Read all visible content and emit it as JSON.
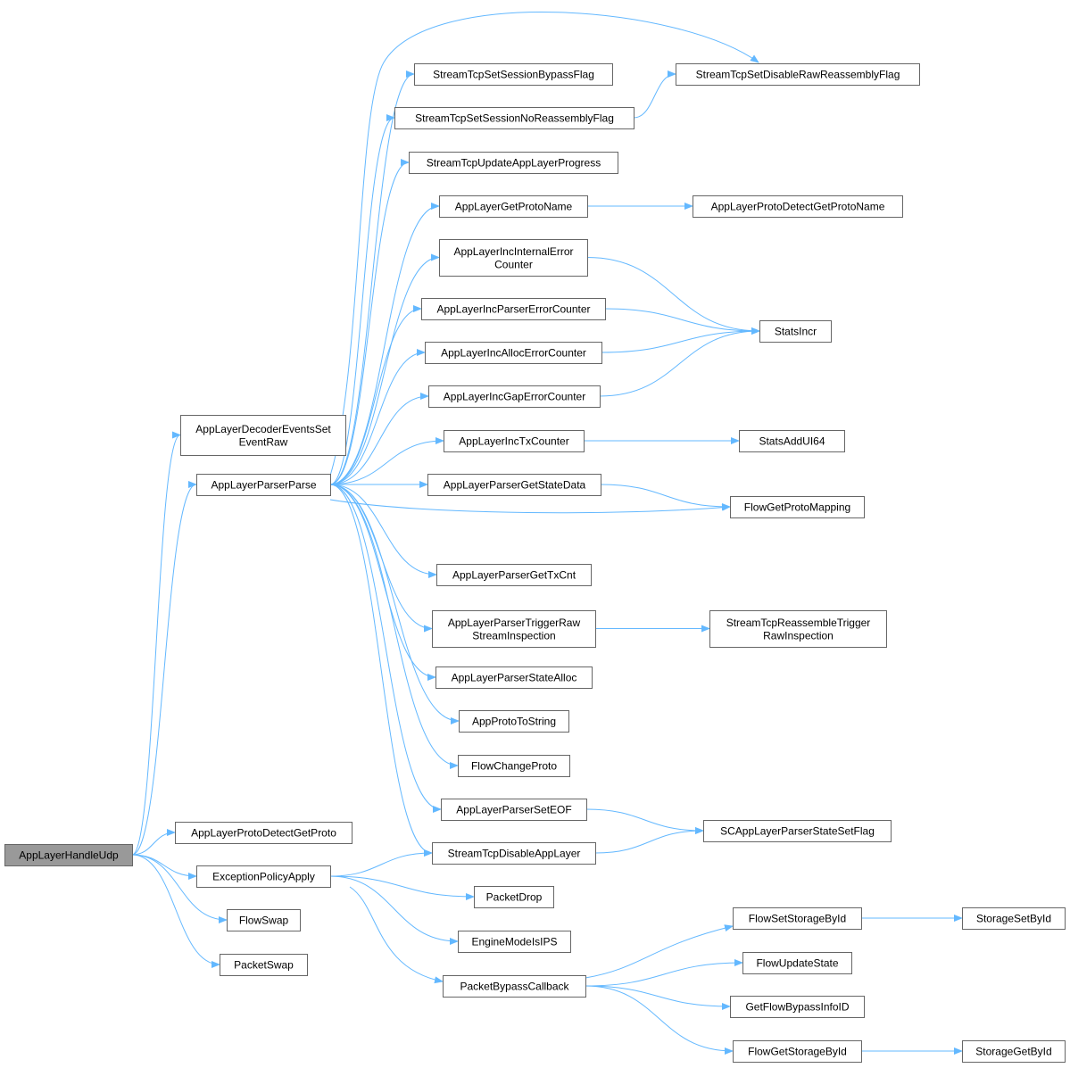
{
  "colors": {
    "edge": "#63b8ff",
    "node_border": "#666666",
    "node_fill": "#ffffff",
    "root_fill": "#999999",
    "text": "#000000"
  },
  "nodes": {
    "AppLayerHandleUdp": [
      "AppLayerHandleUdp"
    ],
    "AppLayerDecoderEventsSetEventRaw": [
      "AppLayerDecoderEventsSet",
      "EventRaw"
    ],
    "AppLayerParserParse": [
      "AppLayerParserParse"
    ],
    "AppLayerProtoDetectGetProto": [
      "AppLayerProtoDetectGetProto"
    ],
    "ExceptionPolicyApply": [
      "ExceptionPolicyApply"
    ],
    "FlowSwap": [
      "FlowSwap"
    ],
    "PacketSwap": [
      "PacketSwap"
    ],
    "StreamTcpSetSessionBypassFlag": [
      "StreamTcpSetSessionBypassFlag"
    ],
    "StreamTcpSetSessionNoReassemblyFlag": [
      "StreamTcpSetSessionNoReassemblyFlag"
    ],
    "StreamTcpUpdateAppLayerProgress": [
      "StreamTcpUpdateAppLayerProgress"
    ],
    "AppLayerGetProtoName": [
      "AppLayerGetProtoName"
    ],
    "AppLayerIncInternalErrorCounter": [
      "AppLayerIncInternalError",
      "Counter"
    ],
    "AppLayerIncParserErrorCounter": [
      "AppLayerIncParserErrorCounter"
    ],
    "AppLayerIncAllocErrorCounter": [
      "AppLayerIncAllocErrorCounter"
    ],
    "AppLayerIncGapErrorCounter": [
      "AppLayerIncGapErrorCounter"
    ],
    "AppLayerIncTxCounter": [
      "AppLayerIncTxCounter"
    ],
    "AppLayerParserGetStateData": [
      "AppLayerParserGetStateData"
    ],
    "AppLayerParserGetTxCnt": [
      "AppLayerParserGetTxCnt"
    ],
    "AppLayerParserTriggerRawStreamInspection": [
      "AppLayerParserTriggerRaw",
      "StreamInspection"
    ],
    "AppLayerParserStateAlloc": [
      "AppLayerParserStateAlloc"
    ],
    "AppProtoToString": [
      "AppProtoToString"
    ],
    "FlowChangeProto": [
      "FlowChangeProto"
    ],
    "AppLayerParserSetEOF": [
      "AppLayerParserSetEOF"
    ],
    "StreamTcpDisableAppLayer": [
      "StreamTcpDisableAppLayer"
    ],
    "PacketDrop": [
      "PacketDrop"
    ],
    "EngineModeIsIPS": [
      "EngineModeIsIPS"
    ],
    "PacketBypassCallback": [
      "PacketBypassCallback"
    ],
    "StreamTcpSetDisableRawReassemblyFlag": [
      "StreamTcpSetDisableRawReassemblyFlag"
    ],
    "AppLayerProtoDetectGetProtoName": [
      "AppLayerProtoDetectGetProtoName"
    ],
    "StatsIncr": [
      "StatsIncr"
    ],
    "StatsAddUI64": [
      "StatsAddUI64"
    ],
    "FlowGetProtoMapping": [
      "FlowGetProtoMapping"
    ],
    "StreamTcpReassembleTriggerRawInspection": [
      "StreamTcpReassembleTrigger",
      "RawInspection"
    ],
    "SCAppLayerParserStateSetFlag": [
      "SCAppLayerParserStateSetFlag"
    ],
    "FlowSetStorageById": [
      "FlowSetStorageById"
    ],
    "FlowUpdateState": [
      "FlowUpdateState"
    ],
    "GetFlowBypassInfoID": [
      "GetFlowBypassInfoID"
    ],
    "FlowGetStorageById": [
      "FlowGetStorageById"
    ],
    "StorageSetById": [
      "StorageSetById"
    ],
    "StorageGetById": [
      "StorageGetById"
    ]
  },
  "edges": [
    [
      "AppLayerHandleUdp",
      "AppLayerDecoderEventsSetEventRaw"
    ],
    [
      "AppLayerHandleUdp",
      "AppLayerParserParse"
    ],
    [
      "AppLayerHandleUdp",
      "AppLayerProtoDetectGetProto"
    ],
    [
      "AppLayerHandleUdp",
      "ExceptionPolicyApply"
    ],
    [
      "AppLayerHandleUdp",
      "FlowSwap"
    ],
    [
      "AppLayerHandleUdp",
      "PacketSwap"
    ],
    [
      "AppLayerParserParse",
      "StreamTcpSetSessionBypassFlag"
    ],
    [
      "AppLayerParserParse",
      "StreamTcpSetDisableRawReassemblyFlag"
    ],
    [
      "AppLayerParserParse",
      "StreamTcpSetSessionNoReassemblyFlag"
    ],
    [
      "AppLayerParserParse",
      "StreamTcpUpdateAppLayerProgress"
    ],
    [
      "AppLayerParserParse",
      "AppLayerGetProtoName"
    ],
    [
      "AppLayerParserParse",
      "AppLayerIncInternalErrorCounter"
    ],
    [
      "AppLayerParserParse",
      "AppLayerIncParserErrorCounter"
    ],
    [
      "AppLayerParserParse",
      "AppLayerIncAllocErrorCounter"
    ],
    [
      "AppLayerParserParse",
      "AppLayerIncGapErrorCounter"
    ],
    [
      "AppLayerParserParse",
      "AppLayerIncTxCounter"
    ],
    [
      "AppLayerParserParse",
      "AppLayerParserGetStateData"
    ],
    [
      "AppLayerParserParse",
      "FlowGetProtoMapping"
    ],
    [
      "AppLayerParserParse",
      "AppLayerParserGetTxCnt"
    ],
    [
      "AppLayerParserParse",
      "AppLayerParserTriggerRawStreamInspection"
    ],
    [
      "AppLayerParserParse",
      "AppLayerParserStateAlloc"
    ],
    [
      "AppLayerParserParse",
      "AppProtoToString"
    ],
    [
      "AppLayerParserParse",
      "FlowChangeProto"
    ],
    [
      "AppLayerParserParse",
      "AppLayerParserSetEOF"
    ],
    [
      "AppLayerParserParse",
      "StreamTcpDisableAppLayer"
    ],
    [
      "StreamTcpSetSessionNoReassemblyFlag",
      "StreamTcpSetDisableRawReassemblyFlag"
    ],
    [
      "AppLayerGetProtoName",
      "AppLayerProtoDetectGetProtoName"
    ],
    [
      "AppLayerIncInternalErrorCounter",
      "StatsIncr"
    ],
    [
      "AppLayerIncParserErrorCounter",
      "StatsIncr"
    ],
    [
      "AppLayerIncAllocErrorCounter",
      "StatsIncr"
    ],
    [
      "AppLayerIncGapErrorCounter",
      "StatsIncr"
    ],
    [
      "AppLayerIncTxCounter",
      "StatsAddUI64"
    ],
    [
      "AppLayerParserGetStateData",
      "FlowGetProtoMapping"
    ],
    [
      "AppLayerParserTriggerRawStreamInspection",
      "StreamTcpReassembleTriggerRawInspection"
    ],
    [
      "AppLayerParserSetEOF",
      "SCAppLayerParserStateSetFlag"
    ],
    [
      "StreamTcpDisableAppLayer",
      "SCAppLayerParserStateSetFlag"
    ],
    [
      "ExceptionPolicyApply",
      "StreamTcpDisableAppLayer"
    ],
    [
      "ExceptionPolicyApply",
      "PacketDrop"
    ],
    [
      "ExceptionPolicyApply",
      "EngineModeIsIPS"
    ],
    [
      "ExceptionPolicyApply",
      "PacketBypassCallback"
    ],
    [
      "PacketBypassCallback",
      "FlowSetStorageById"
    ],
    [
      "PacketBypassCallback",
      "FlowUpdateState"
    ],
    [
      "PacketBypassCallback",
      "GetFlowBypassInfoID"
    ],
    [
      "PacketBypassCallback",
      "FlowGetStorageById"
    ],
    [
      "FlowSetStorageById",
      "StorageSetById"
    ],
    [
      "FlowGetStorageById",
      "StorageGetById"
    ]
  ]
}
